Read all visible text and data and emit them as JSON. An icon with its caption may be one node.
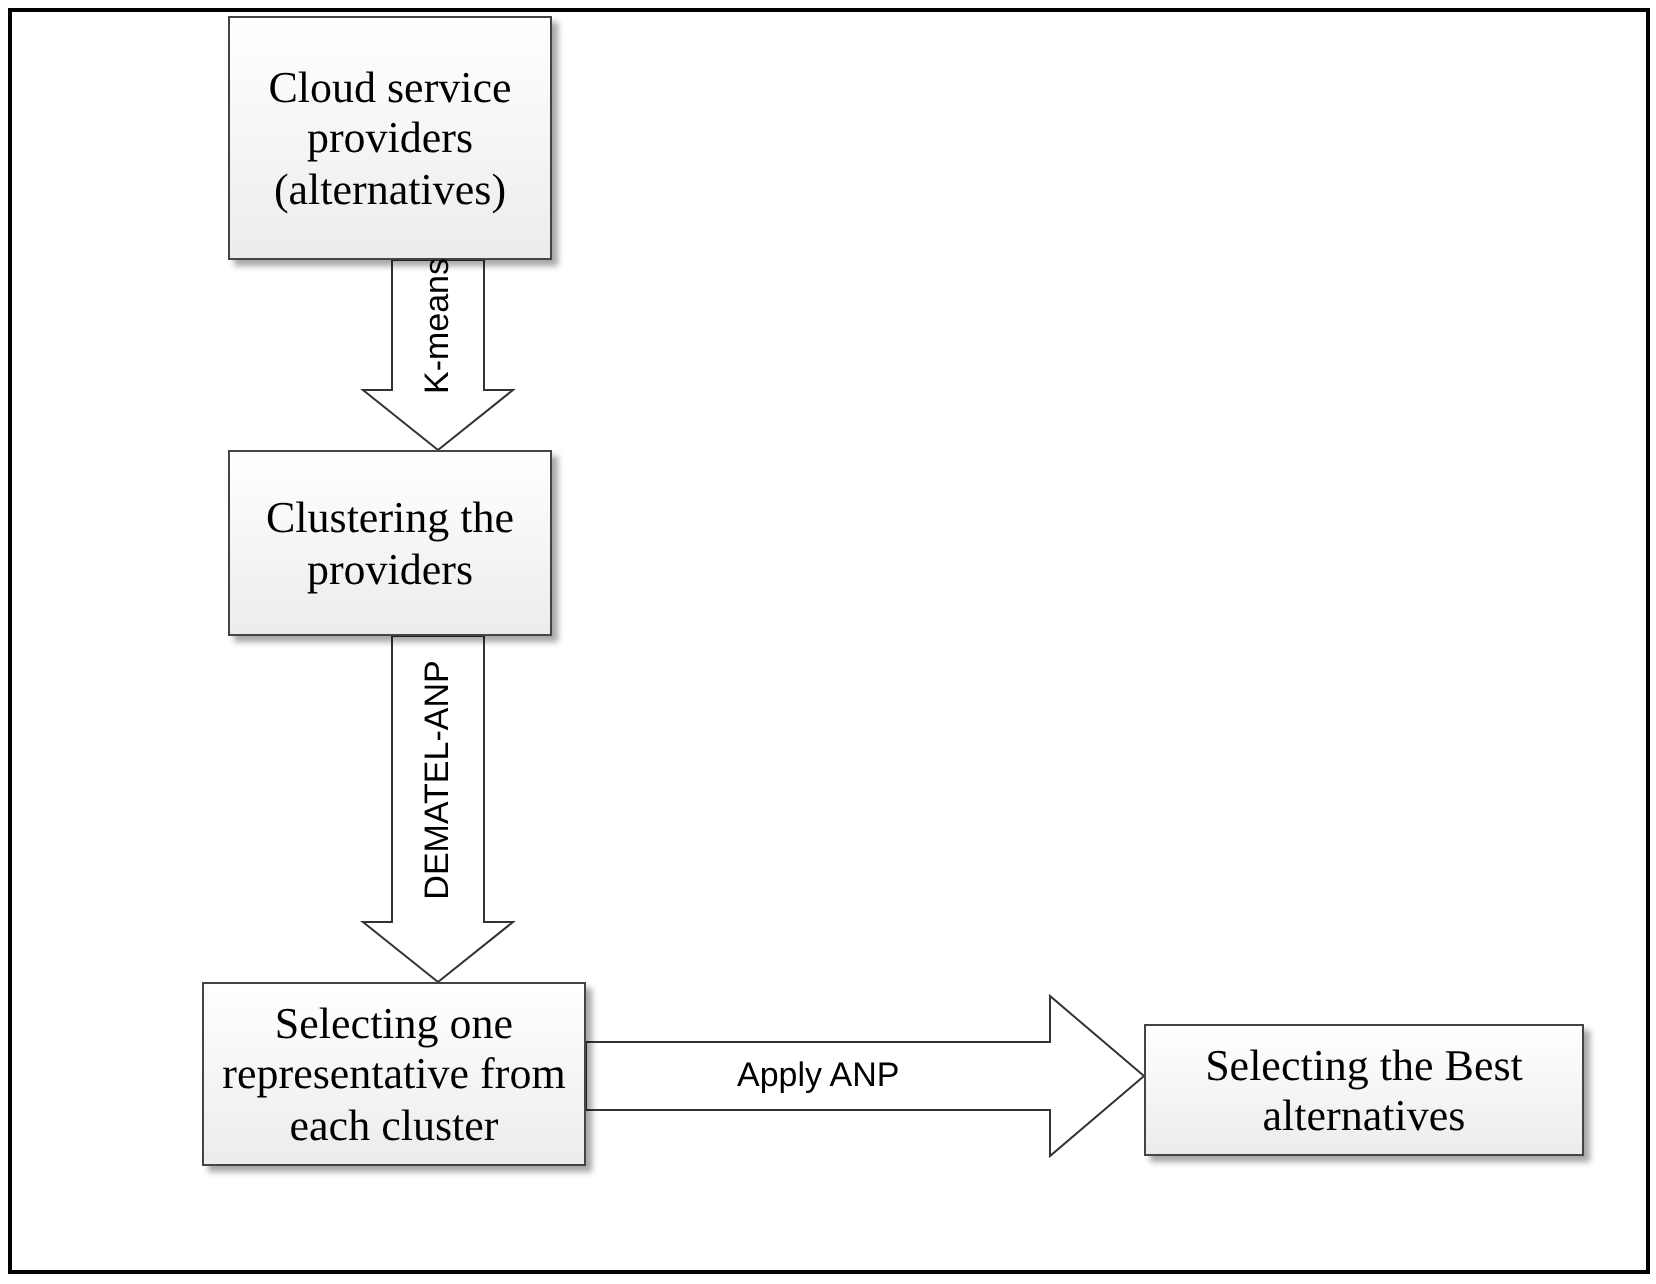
{
  "diagram": {
    "nodes": [
      {
        "text": [
          "Cloud service providers (alternatives)"
        ]
      },
      {
        "text": [
          "Clustering the providers"
        ]
      },
      {
        "text": [
          "Selecting one representative from each cluster"
        ]
      },
      {
        "text": [
          "Selecting the Best alternatives"
        ]
      }
    ],
    "edges": [
      {
        "from": 0,
        "to": 1,
        "arrow": "to",
        "label": "K-means"
      },
      {
        "from": 1,
        "to": 2,
        "arrow": "to",
        "label": "DEMATEL-ANP"
      },
      {
        "from": 2,
        "to": 3,
        "arrow": "to",
        "label": "Apply ANP"
      }
    ]
  }
}
